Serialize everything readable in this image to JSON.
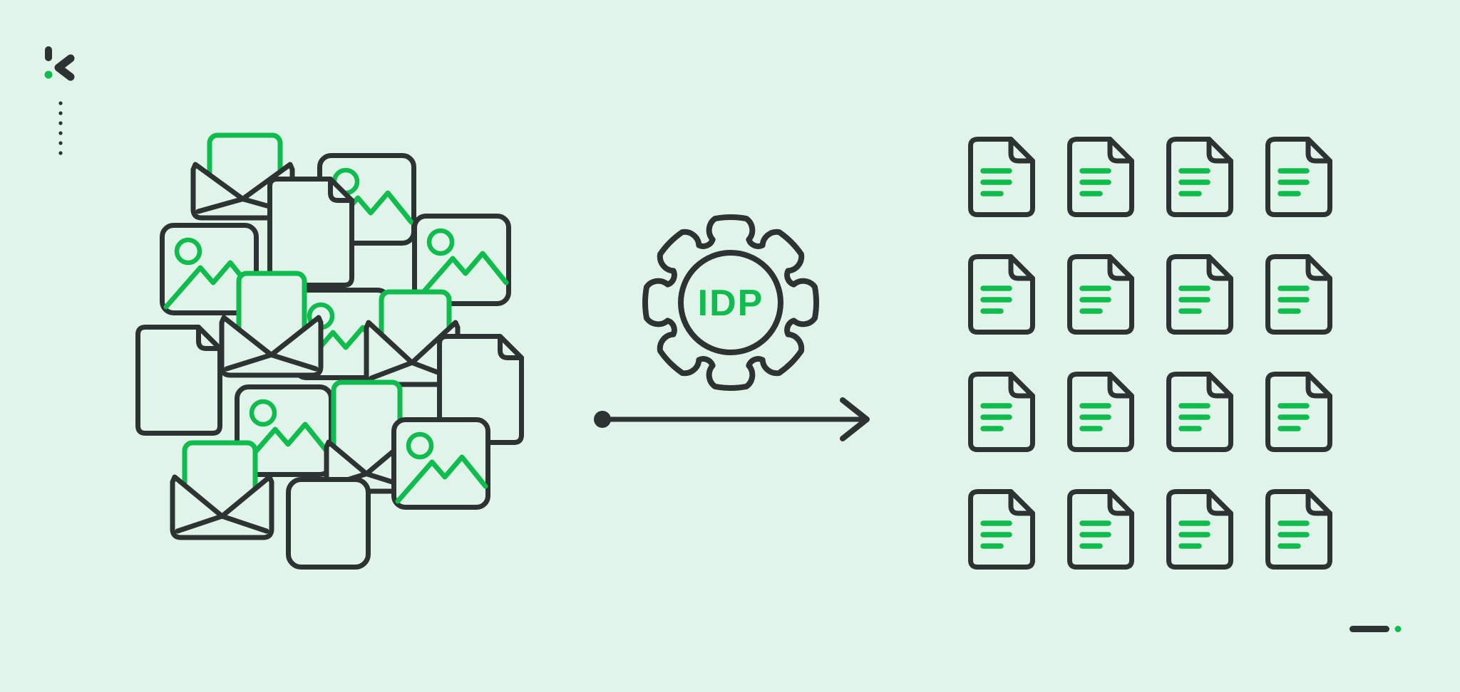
{
  "illustration": {
    "title": "Intelligent Document Processing (IDP) illustration",
    "background_color": "#e1f4e9",
    "outline_color": "#2d3232",
    "accent_color": "#11bc4f"
  },
  "brand": {
    "logo_icon": "klippa-k-logo",
    "logo_dot_color": "#11bc4f",
    "decoration_icon": "vertical-dotted-line",
    "decoration_dot_count": 6
  },
  "input_pile": {
    "description": "Unsorted pile of mixed files: opened envelopes with letters, image files and blank documents",
    "item_counts": {
      "open-envelope-with-letter": 5,
      "image-file": 6,
      "blank-document": 4
    },
    "total_items": 15
  },
  "processor": {
    "icon": "gear-icon",
    "label": "IDP"
  },
  "flow_arrow": {
    "icon": "arrow-right-icon",
    "direction": "left-to-right"
  },
  "output_grid": {
    "icon": "text-document-icon",
    "rows": 4,
    "columns": 4,
    "count": 16,
    "text_lines_per_document": 3
  },
  "footer_mark": {
    "icon": "dash-and-dot",
    "dash_color": "#2d3232",
    "dot_color": "#11bc4f"
  }
}
